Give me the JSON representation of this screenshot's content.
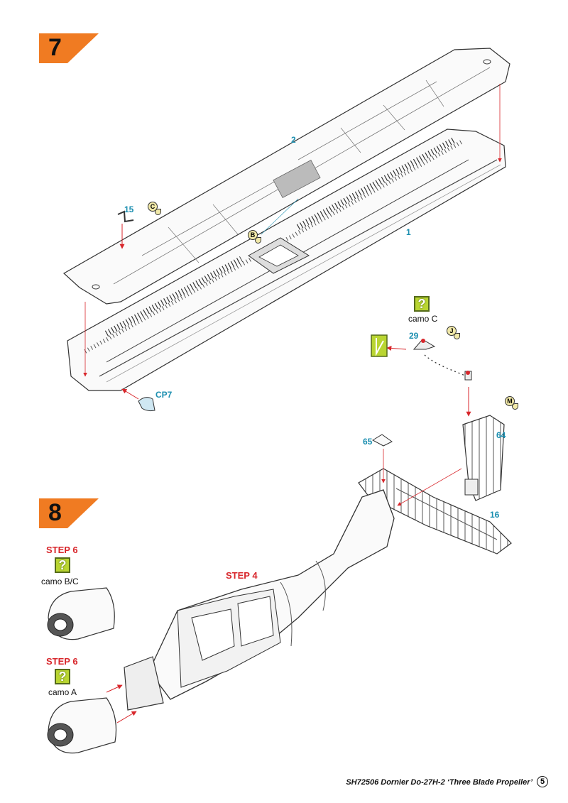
{
  "steps": {
    "seven": {
      "number": "7"
    },
    "eight": {
      "number": "8"
    }
  },
  "colors": {
    "badge_orange": "#f07b22",
    "callout_blue": "#1c8fb0",
    "arrow_red": "#d8262b",
    "paint_yellow": "#b9d531"
  },
  "step7": {
    "parts": {
      "wing_upper": "2",
      "wing_lower": "1",
      "small_part": "15",
      "clear_part": "CP7",
      "mast": "29"
    },
    "paints": {
      "c": "C",
      "b": "B",
      "j": "J"
    },
    "camo_c_label": "camo C"
  },
  "step8": {
    "parts": {
      "fin_part": "65",
      "rudder": "64",
      "stabilizer": "16"
    },
    "paints": {
      "m": "M"
    },
    "step6_label_top": "STEP 6",
    "camo_bc_label": "camo B/C",
    "step4_label": "STEP 4",
    "step6_label_bottom": "STEP 6",
    "camo_a_label": "camo A"
  },
  "footer": {
    "title": "SH72506 Dornier Do-27H-2 ‘Three Blade Propeller’",
    "page": "5"
  }
}
